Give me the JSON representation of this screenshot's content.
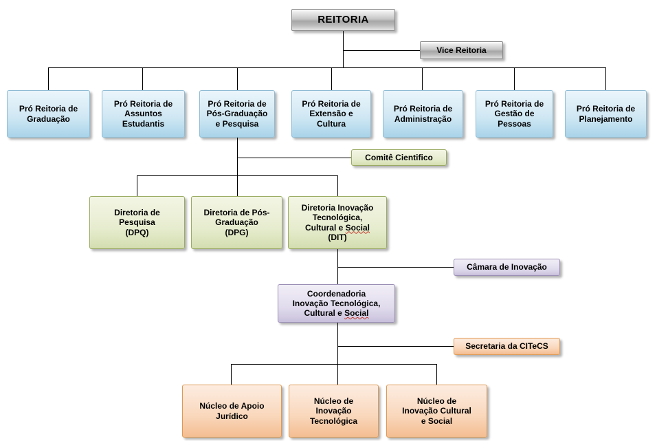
{
  "diagram": {
    "title_node": "REITORIA",
    "type": "organizational-chart",
    "levels": [
      {
        "name": "reitoria",
        "style": "silver",
        "nodes": [
          {
            "id": "reitoria",
            "label": "REITORIA"
          }
        ]
      },
      {
        "name": "vice-reitoria",
        "style": "silver",
        "nodes": [
          {
            "id": "vice-reitoria",
            "label": "Vice Reitoria"
          }
        ]
      },
      {
        "name": "pro-reitorias",
        "style": "blue",
        "nodes": [
          {
            "id": "pro-graduacao",
            "label": "Pró Reitoria de Graduação"
          },
          {
            "id": "pro-assuntos",
            "label": "Pró Reitoria de Assuntos Estudantis"
          },
          {
            "id": "pro-pos",
            "label": "Pró Reitoria de Pós-Graduação e Pesquisa"
          },
          {
            "id": "pro-extensao",
            "label": "Pró Reitoria de Extensão e Cultura"
          },
          {
            "id": "pro-admin",
            "label": "Pró Reitoria de Administração"
          },
          {
            "id": "pro-gestao",
            "label": "Pró Reitoria de Gestão de Pessoas"
          },
          {
            "id": "pro-planejamento",
            "label": "Pró Reitoria de Planejamento"
          }
        ]
      },
      {
        "name": "comite",
        "style": "green",
        "nodes": [
          {
            "id": "comite-cientifico",
            "label": "Comitê Cientifico"
          }
        ]
      },
      {
        "name": "diretorias",
        "style": "green",
        "nodes": [
          {
            "id": "dpq",
            "label": "Diretoria de Pesquisa (DPQ)"
          },
          {
            "id": "dpg",
            "label": "Diretoria de Pós-Graduação (DPG)"
          },
          {
            "id": "dit",
            "label": "Diretoria Inovação Tecnológica, Cultural e Social (DIT)"
          }
        ]
      },
      {
        "name": "camara",
        "style": "purple",
        "nodes": [
          {
            "id": "camara-inovacao",
            "label": "Câmara de Inovação"
          }
        ]
      },
      {
        "name": "coordenadoria",
        "style": "purple",
        "nodes": [
          {
            "id": "citecs",
            "label": "Coordenadoria Inovação Tecnológica, Cultural e Social"
          }
        ]
      },
      {
        "name": "secretaria",
        "style": "orange",
        "nodes": [
          {
            "id": "secretaria-citecs",
            "label": "Secretaria da CITeCS"
          }
        ]
      },
      {
        "name": "nucleos",
        "style": "orange",
        "nodes": [
          {
            "id": "nucleo-juridico",
            "label": "Núcleo de Apoio Jurídico"
          },
          {
            "id": "nucleo-tecnologica",
            "label": "Núcleo de Inovação Tecnológica"
          },
          {
            "id": "nucleo-cultural",
            "label": "Núcleo de Inovação Cultural e Social"
          }
        ]
      }
    ],
    "nodes": {
      "reitoria": {
        "label": "REITORIA"
      },
      "vice_reitoria": {
        "label": "Vice Reitoria"
      },
      "pro_graduacao": {
        "line1": "Pró Reitoria de",
        "line2": "Graduação",
        "line3": ""
      },
      "pro_assuntos": {
        "line1": "Pró Reitoria de",
        "line2": "Assuntos",
        "line3": "Estudantis"
      },
      "pro_pos": {
        "line1": "Pró Reitoria de",
        "line2": "Pós-Graduação",
        "line3": "e Pesquisa"
      },
      "pro_extensao": {
        "line1": "Pró Reitoria de",
        "line2": "Extensão e",
        "line3": "Cultura"
      },
      "pro_admin": {
        "line1": "Pró Reitoria de",
        "line2": "Administração",
        "line3": ""
      },
      "pro_gestao": {
        "line1": "Pró Reitoria de",
        "line2": "Gestão de",
        "line3": "Pessoas"
      },
      "pro_planejamento": {
        "line1": "Pró Reitoria de",
        "line2": "Planejamento",
        "line3": ""
      },
      "comite_cientifico": {
        "label": "Comitê Cientifico"
      },
      "dpq": {
        "line1": "Diretoria de",
        "line2": "Pesquisa",
        "line3": "(DPQ)"
      },
      "dpg": {
        "line1": "Diretoria de Pós-",
        "line2": "Graduação",
        "line3": "(DPG)"
      },
      "dit": {
        "line1": "Diretoria Inovação",
        "line2": "Tecnológica,",
        "line3a": "Cultural e ",
        "line3b": "Social",
        "line4": "(DIT)"
      },
      "camara_inovacao": {
        "label": "Câmara de Inovação"
      },
      "citecs": {
        "line1": "Coordenadoria",
        "line2": "Inovação Tecnológica,",
        "line3a": "Cultural e ",
        "line3b": "Social"
      },
      "secretaria_citecs": {
        "label": "Secretaria da CITeCS"
      },
      "nucleo_juridico": {
        "line1": "Núcleo de Apoio",
        "line2": "Jurídico",
        "line3": ""
      },
      "nucleo_tecnologica": {
        "line1": "Núcleo de",
        "line2": "Inovação",
        "line3": "Tecnológica"
      },
      "nucleo_cultural": {
        "line1": "Núcleo de",
        "line2": "Inovação Cultural",
        "line3": "e Social"
      }
    },
    "colors": {
      "silver_border": "#8a8a8a",
      "blue_fill": "#cfe7f3",
      "blue_border": "#8fbcd4",
      "green_fill": "#e6ecce",
      "green_border": "#9aab63",
      "purple_fill": "#e1dced",
      "purple_border": "#9b8fb5",
      "orange_fill": "#f9d7bb",
      "orange_border": "#dd9a55",
      "line": "#000000",
      "spellcheck_underline": "#c0392b",
      "text": "#000000",
      "background": "#ffffff"
    }
  }
}
